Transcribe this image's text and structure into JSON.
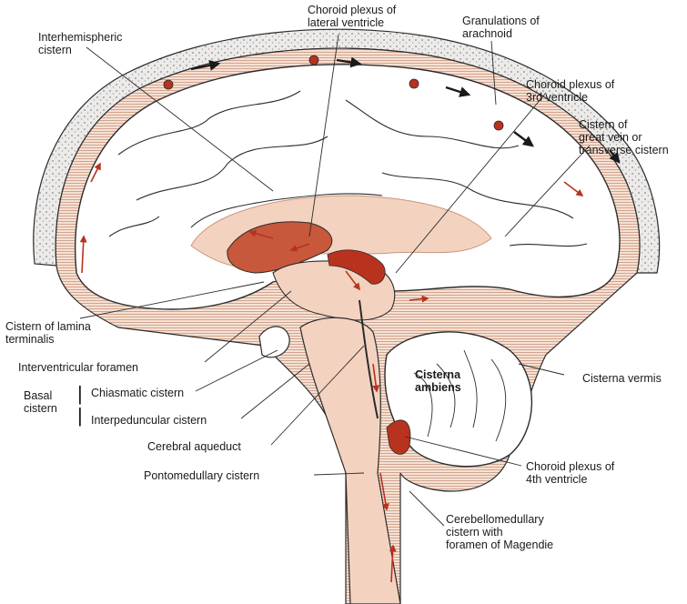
{
  "labels": {
    "interhemispheric": "Interhemispheric\ncistern",
    "choroid_lateral": "Choroid plexus of\nlateral ventricle",
    "granulations": "Granulations of\narachnoid",
    "choroid_third": "Choroid plexus of\n3rd ventricle",
    "great_vein": "Cistern of\ngreat vein or\ntransverse cistern",
    "lamina_terminalis": "Cistern of lamina\nterminalis",
    "interventricular": "Interventricular foramen",
    "basal": "Basal\ncistern",
    "chiasmatic": "Chiasmatic cistern",
    "interpeduncular": "Interpeduncular cistern",
    "cisterna_ambiens": "Cisterna\nambiens",
    "cisterna_vermis": "Cisterna vermis",
    "aqueduct": "Cerebral aqueduct",
    "choroid_fourth": "Choroid plexus of\n4th ventricle",
    "pontomedullary": "Pontomedullary cistern",
    "cerebellomedullary": "Cerebellomedullary\ncistern with\nforamen of Magendie"
  },
  "colors": {
    "csf_fill": "#f3d3c0",
    "plexus": "#b8321e",
    "stripe": "#c9957d",
    "bone": "#ecebea",
    "outline": "#2b2b2b"
  }
}
